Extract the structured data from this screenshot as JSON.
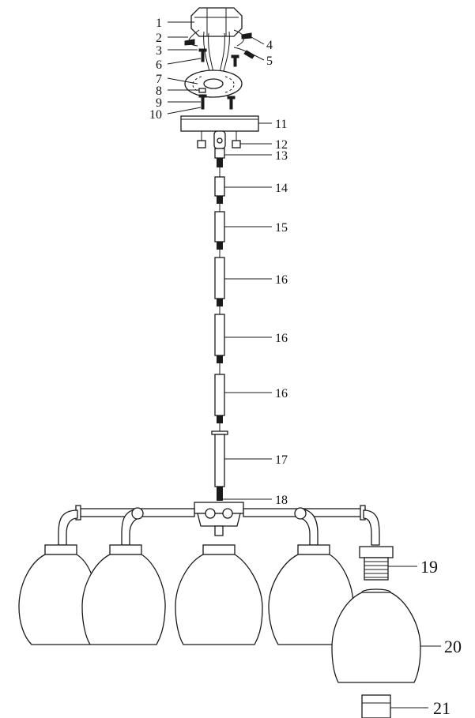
{
  "labels": {
    "l1": "1",
    "l2": "2",
    "l3": "3",
    "l4": "4",
    "l5": "5",
    "l6": "6",
    "l7": "7",
    "l8": "8",
    "l9": "9",
    "l10": "10",
    "l11": "11",
    "l12": "12",
    "l13": "13",
    "l14": "14",
    "l15": "15",
    "l16a": "16",
    "l16b": "16",
    "l16c": "16",
    "l17": "17",
    "l18": "18",
    "l19": "19",
    "l20": "20",
    "l21": "21"
  },
  "colors": {
    "line": "#1a1a1a",
    "fill": "#ffffff"
  }
}
